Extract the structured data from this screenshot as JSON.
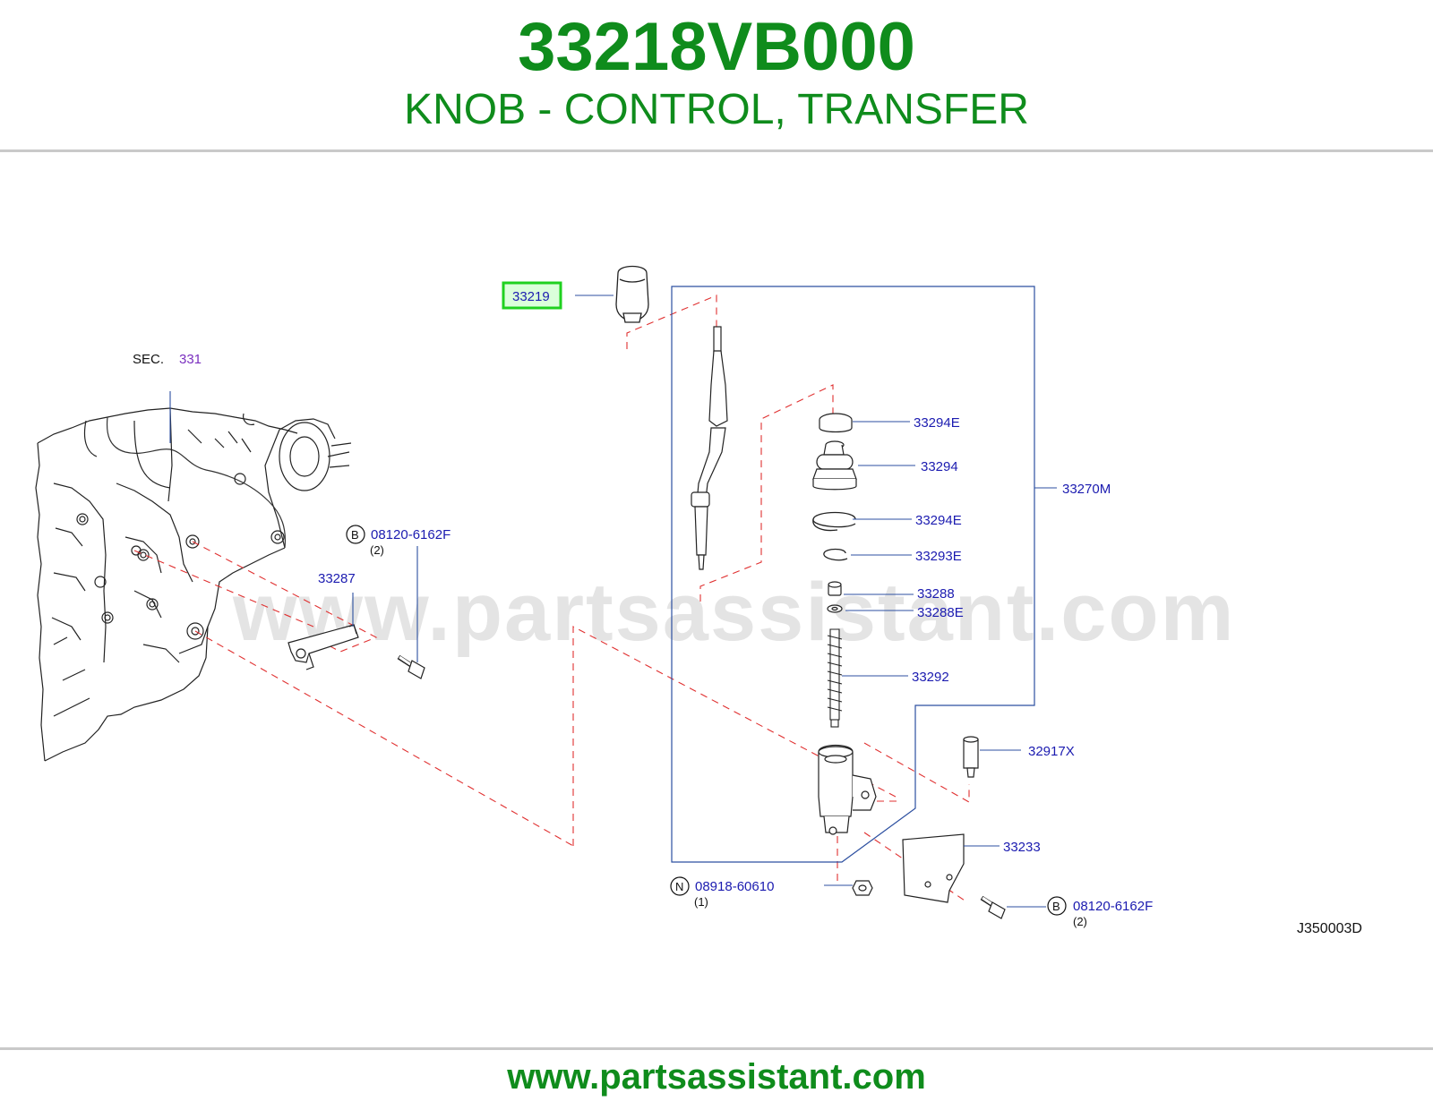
{
  "header": {
    "part_number": "33218VB000",
    "part_name": "KNOB - CONTROL, TRANSFER"
  },
  "colors": {
    "accent_green": "#0f8c1c",
    "label_blue": "#1b1bb0",
    "leader_blue": "#2c4fa0",
    "dash_red": "#e03030",
    "sec_purple": "#7a2fbf",
    "highlight_green": "#1fd11f"
  },
  "watermark": "www.partsassistant.com",
  "section_ref": {
    "prefix": "SEC.",
    "number": "331"
  },
  "labels": {
    "knob": "33219",
    "cap_upper": "33294E",
    "boot": "33294",
    "cap_lower": "33294E",
    "clip": "33293E",
    "bushing": "33288",
    "bushing_e": "33288E",
    "spring": "33292",
    "lever_assembly": "33270M",
    "bracket": "33287",
    "switch": "32917X",
    "plate": "33233",
    "bolt_left": "08120-6162F",
    "bolt_left_qty": "(2)",
    "bolt_left_code": "B",
    "nut": "08918-60610",
    "nut_qty": "(1)",
    "nut_code": "N",
    "bolt_right": "08120-6162F",
    "bolt_right_qty": "(2)",
    "bolt_right_code": "B"
  },
  "figure_code": "J350003D",
  "footer": {
    "url": "www.partsassistant.com"
  }
}
